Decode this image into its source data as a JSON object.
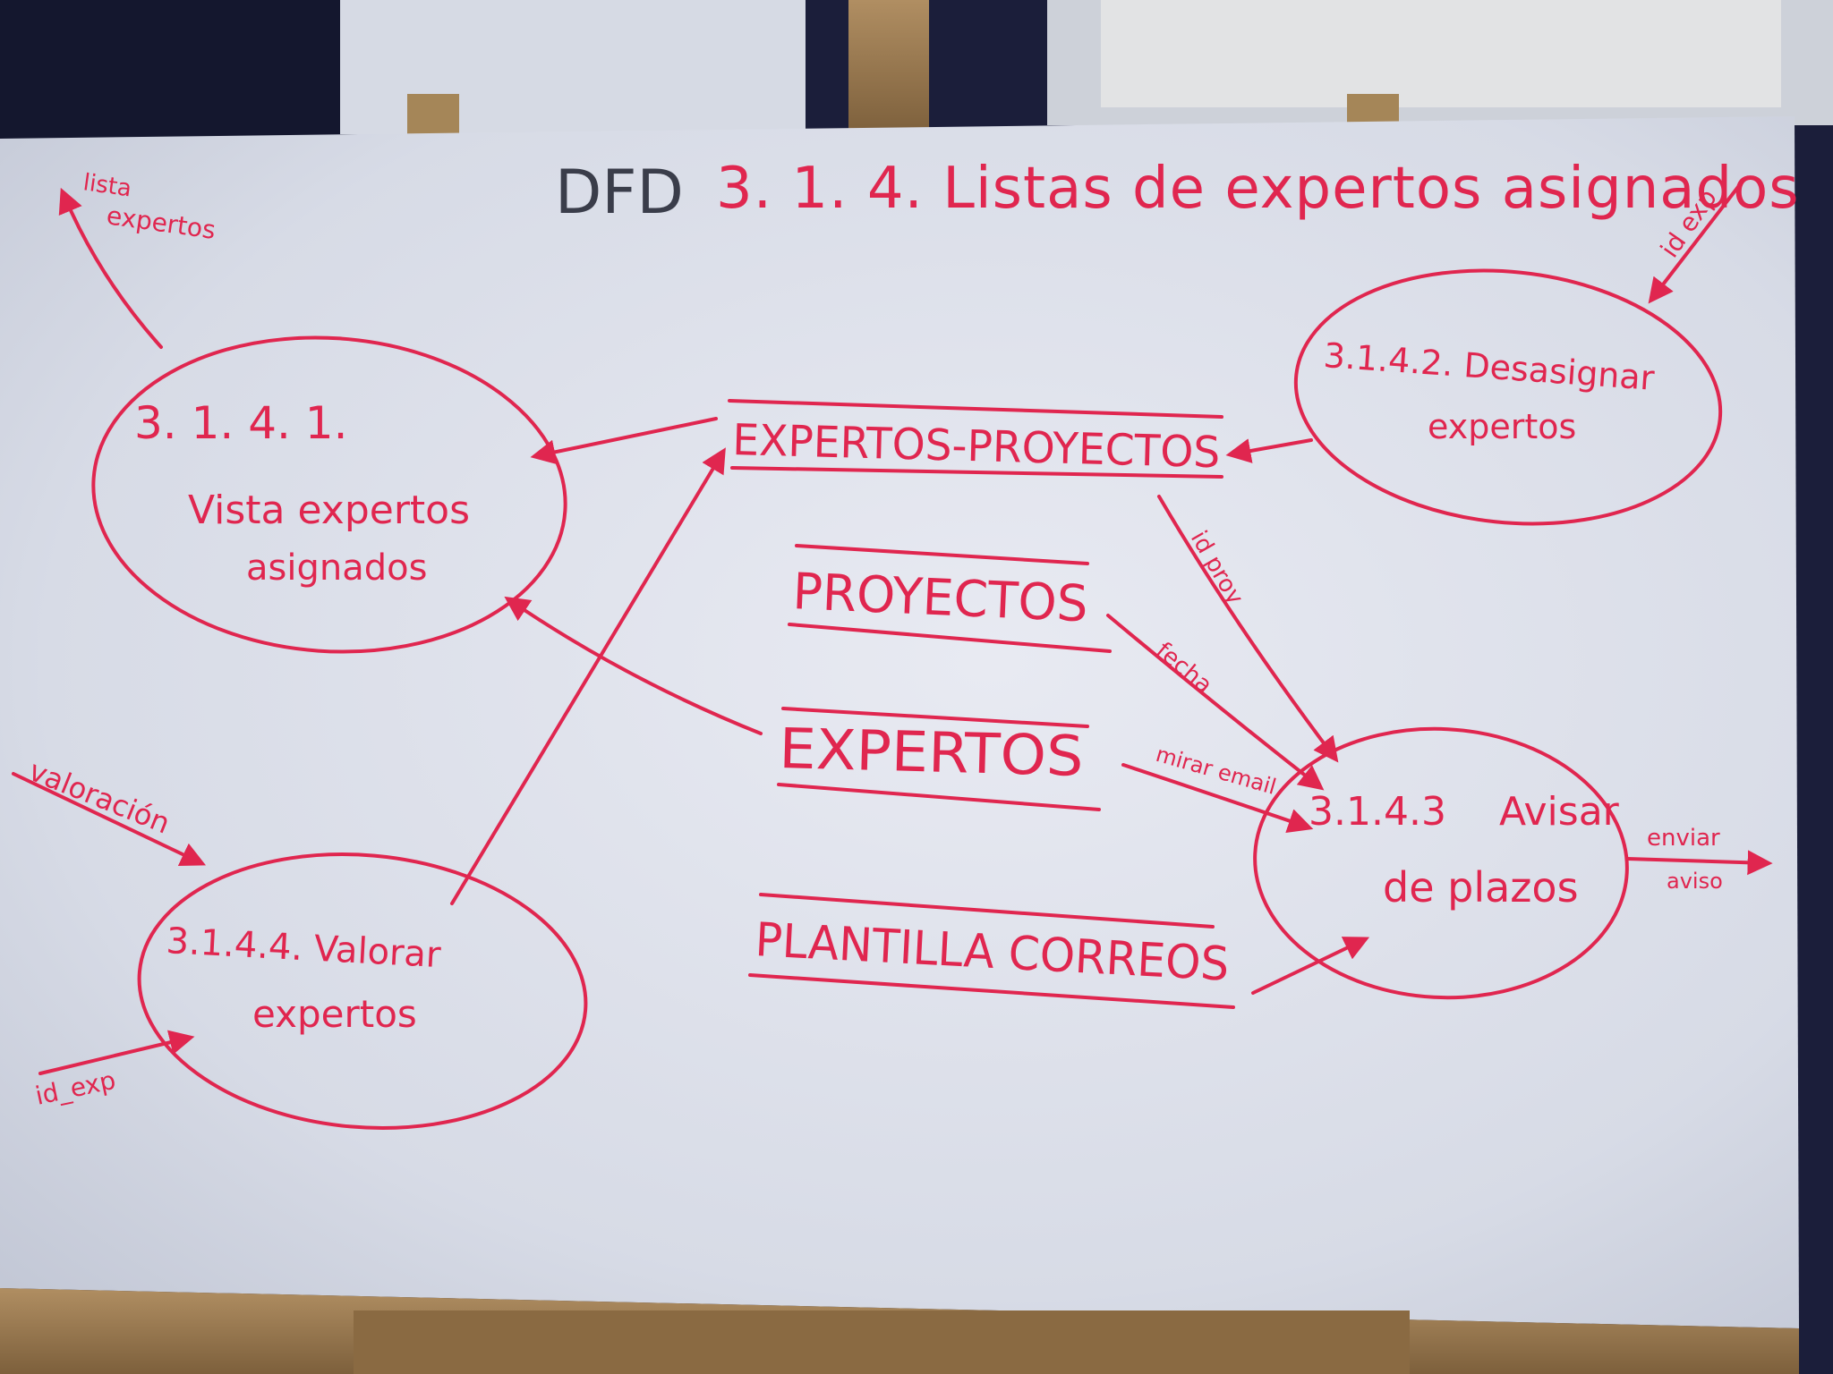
{
  "title": {
    "prefix": "DFD",
    "text": "3. 1. 4. Listas de expertos asignados"
  },
  "processes": {
    "p1": {
      "number": "3. 1. 4. 1.",
      "line1": "Vista expertos",
      "line2": "asignados"
    },
    "p2": {
      "number": "3.1.4.2. Desasignar",
      "line2": "expertos"
    },
    "p3": {
      "number": "3.1.4.3",
      "label": "Avisar",
      "line2": "de plazos"
    },
    "p4": {
      "number": "3.1.4.4. Valorar",
      "line2": "expertos"
    }
  },
  "stores": {
    "expertos_proyectos": "EXPERTOS-PROYECTOS",
    "proyectos": "PROYECTOS",
    "expertos": "EXPERTOS",
    "plantilla_correos": "PLANTILLA CORREOS"
  },
  "flows": {
    "lista_expertos_1": "lista",
    "lista_expertos_2": "expertos",
    "id_exp_top": "id exp",
    "id_proy": "id proy",
    "fecha": "fecha",
    "mirar_email": "mirar email",
    "enviar_1": "enviar",
    "enviar_2": "aviso",
    "valoracion": "valoración",
    "id_exp_bottom": "id_exp"
  },
  "colors": {
    "marker": "#e0264f",
    "marker_dark": "#3a3d4a",
    "board": "#dfe3ea",
    "wood": "#9a7a52"
  }
}
